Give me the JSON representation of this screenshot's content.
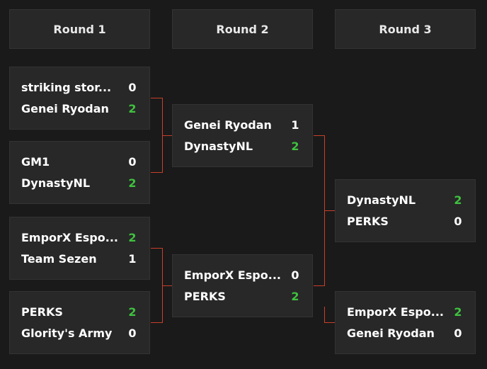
{
  "rounds": [
    {
      "label": "Round 1"
    },
    {
      "label": "Round 2"
    },
    {
      "label": "Round 3"
    }
  ],
  "colors": {
    "win": "#3fc23f",
    "connector": "#c8402a"
  },
  "matches": {
    "r1m1": {
      "team1": "striking stor...",
      "score1": "0",
      "team2": "Genei Ryodan",
      "score2": "2"
    },
    "r1m2": {
      "team1": "GM1",
      "score1": "0",
      "team2": "DynastyNL",
      "score2": "2"
    },
    "r1m3": {
      "team1": "EmporX Espo...",
      "score1": "2",
      "team2": "Team Sezen",
      "score2": "1"
    },
    "r1m4": {
      "team1": "PERKS",
      "score1": "2",
      "team2": "Glority's Army",
      "score2": "0"
    },
    "r2m1": {
      "team1": "Genei Ryodan",
      "score1": "1",
      "team2": "DynastyNL",
      "score2": "2"
    },
    "r2m2": {
      "team1": "EmporX Espo...",
      "score1": "0",
      "team2": "PERKS",
      "score2": "2"
    },
    "r3m1": {
      "team1": "DynastyNL",
      "score1": "2",
      "team2": "PERKS",
      "score2": "0"
    },
    "r3m2": {
      "team1": "EmporX Espo...",
      "score1": "2",
      "team2": "Genei Ryodan",
      "score2": "0"
    }
  }
}
